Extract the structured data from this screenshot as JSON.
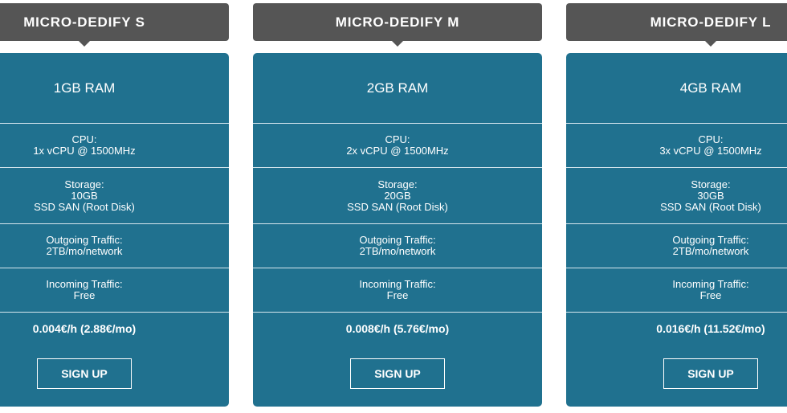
{
  "plans": [
    {
      "name": "MICRO-DEDIFY S",
      "ram": "1GB RAM",
      "cpu_label": "CPU:",
      "cpu_value": "1x vCPU @ 1500MHz",
      "storage_label": "Storage:",
      "storage_size": "10GB",
      "storage_type": "SSD SAN (Root Disk)",
      "outgoing_label": "Outgoing Traffic:",
      "outgoing_value": "2TB/mo/network",
      "incoming_label": "Incoming Traffic:",
      "incoming_value": "Free",
      "price": "0.004€/h (2.88€/mo)",
      "signup_label": "SIGN UP"
    },
    {
      "name": "MICRO-DEDIFY M",
      "ram": "2GB RAM",
      "cpu_label": "CPU:",
      "cpu_value": "2x vCPU @ 1500MHz",
      "storage_label": "Storage:",
      "storage_size": "20GB",
      "storage_type": "SSD SAN (Root Disk)",
      "outgoing_label": "Outgoing Traffic:",
      "outgoing_value": "2TB/mo/network",
      "incoming_label": "Incoming Traffic:",
      "incoming_value": "Free",
      "price": "0.008€/h (5.76€/mo)",
      "signup_label": "SIGN UP"
    },
    {
      "name": "MICRO-DEDIFY L",
      "ram": "4GB RAM",
      "cpu_label": "CPU:",
      "cpu_value": "3x vCPU @ 1500MHz",
      "storage_label": "Storage:",
      "storage_size": "30GB",
      "storage_type": "SSD SAN (Root Disk)",
      "outgoing_label": "Outgoing Traffic:",
      "outgoing_value": "2TB/mo/network",
      "incoming_label": "Incoming Traffic:",
      "incoming_value": "Free",
      "price": "0.016€/h (11.52€/mo)",
      "signup_label": "SIGN UP"
    }
  ],
  "colors": {
    "header_bg": "#555555",
    "card_bg": "#20718f",
    "divider": "#d6e6ee",
    "text": "#ffffff"
  }
}
